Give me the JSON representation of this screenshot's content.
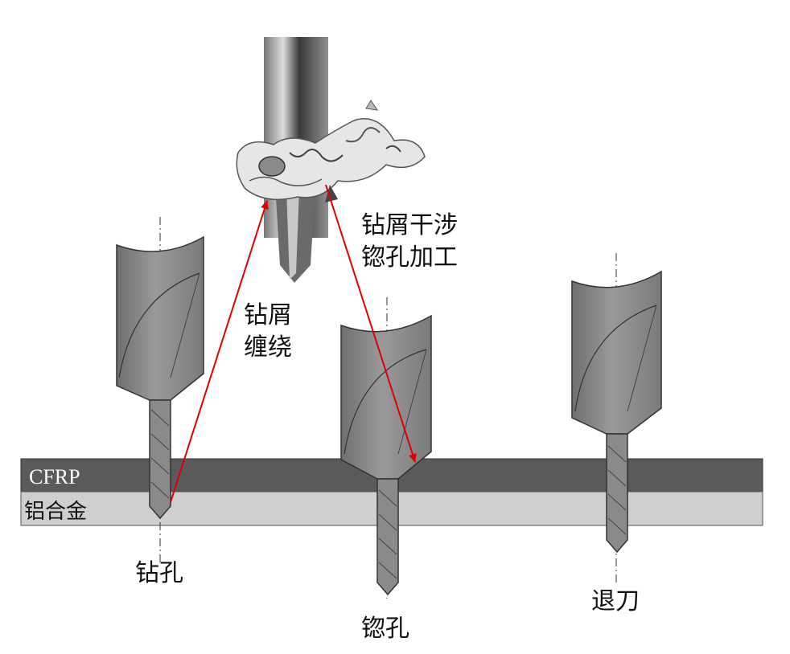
{
  "labels": {
    "cfrp": "CFRP",
    "aluminum": "铝合金",
    "drilling": "钻孔",
    "reaming": "锪孔",
    "retract": "退刀",
    "chip_wrap_line1": "钻屑",
    "chip_wrap_line2": "缠绕",
    "chip_interfere_line1": "钻屑干涉",
    "chip_interfere_line2": "锪孔加工"
  },
  "colors": {
    "cfrp_layer": "#5a5a5a",
    "aluminum_layer": "#cfcfcf",
    "tool_body": "#8a8a8a",
    "arrow": "#e00000",
    "centerline": "#333333"
  },
  "icons": [
    "drill-tool-icon",
    "chip-photo-icon",
    "arrow-icon"
  ]
}
